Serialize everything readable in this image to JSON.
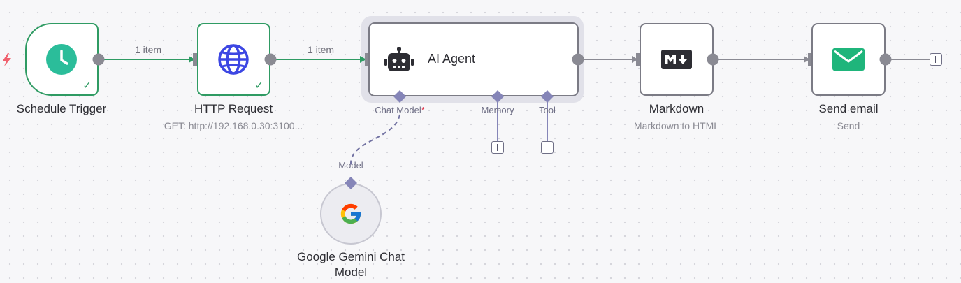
{
  "canvas": {
    "nodes": {
      "schedule_trigger": {
        "title": "Schedule Trigger",
        "icon": "clock-icon",
        "status": "success"
      },
      "http_request": {
        "title": "HTTP Request",
        "subtitle": "GET: http://192.168.0.30:3100...",
        "icon": "globe-icon",
        "status": "success"
      },
      "ai_agent": {
        "title": "AI Agent",
        "icon": "robot-icon",
        "connectors": {
          "chat_model": "Chat Model",
          "required_mark": "*",
          "memory": "Memory",
          "tool": "Tool"
        }
      },
      "markdown": {
        "title": "Markdown",
        "subtitle": "Markdown to HTML",
        "icon": "markdown-icon"
      },
      "send_email": {
        "title": "Send email",
        "subtitle": "Send",
        "icon": "envelope-icon"
      },
      "gemini": {
        "title": "Google Gemini Chat Model",
        "connector": "Model",
        "icon": "google-icon"
      }
    },
    "edges": {
      "trigger_to_http": "1 item",
      "http_to_agent": "1 item"
    },
    "colors": {
      "success": "#2f9b63",
      "default_border": "#7b7b85",
      "sub_connector": "#8585b8",
      "trigger_bolt": "#f0616e",
      "clock": "#2bbd9a",
      "globe": "#3d47e3",
      "email": "#1fb57b"
    }
  }
}
